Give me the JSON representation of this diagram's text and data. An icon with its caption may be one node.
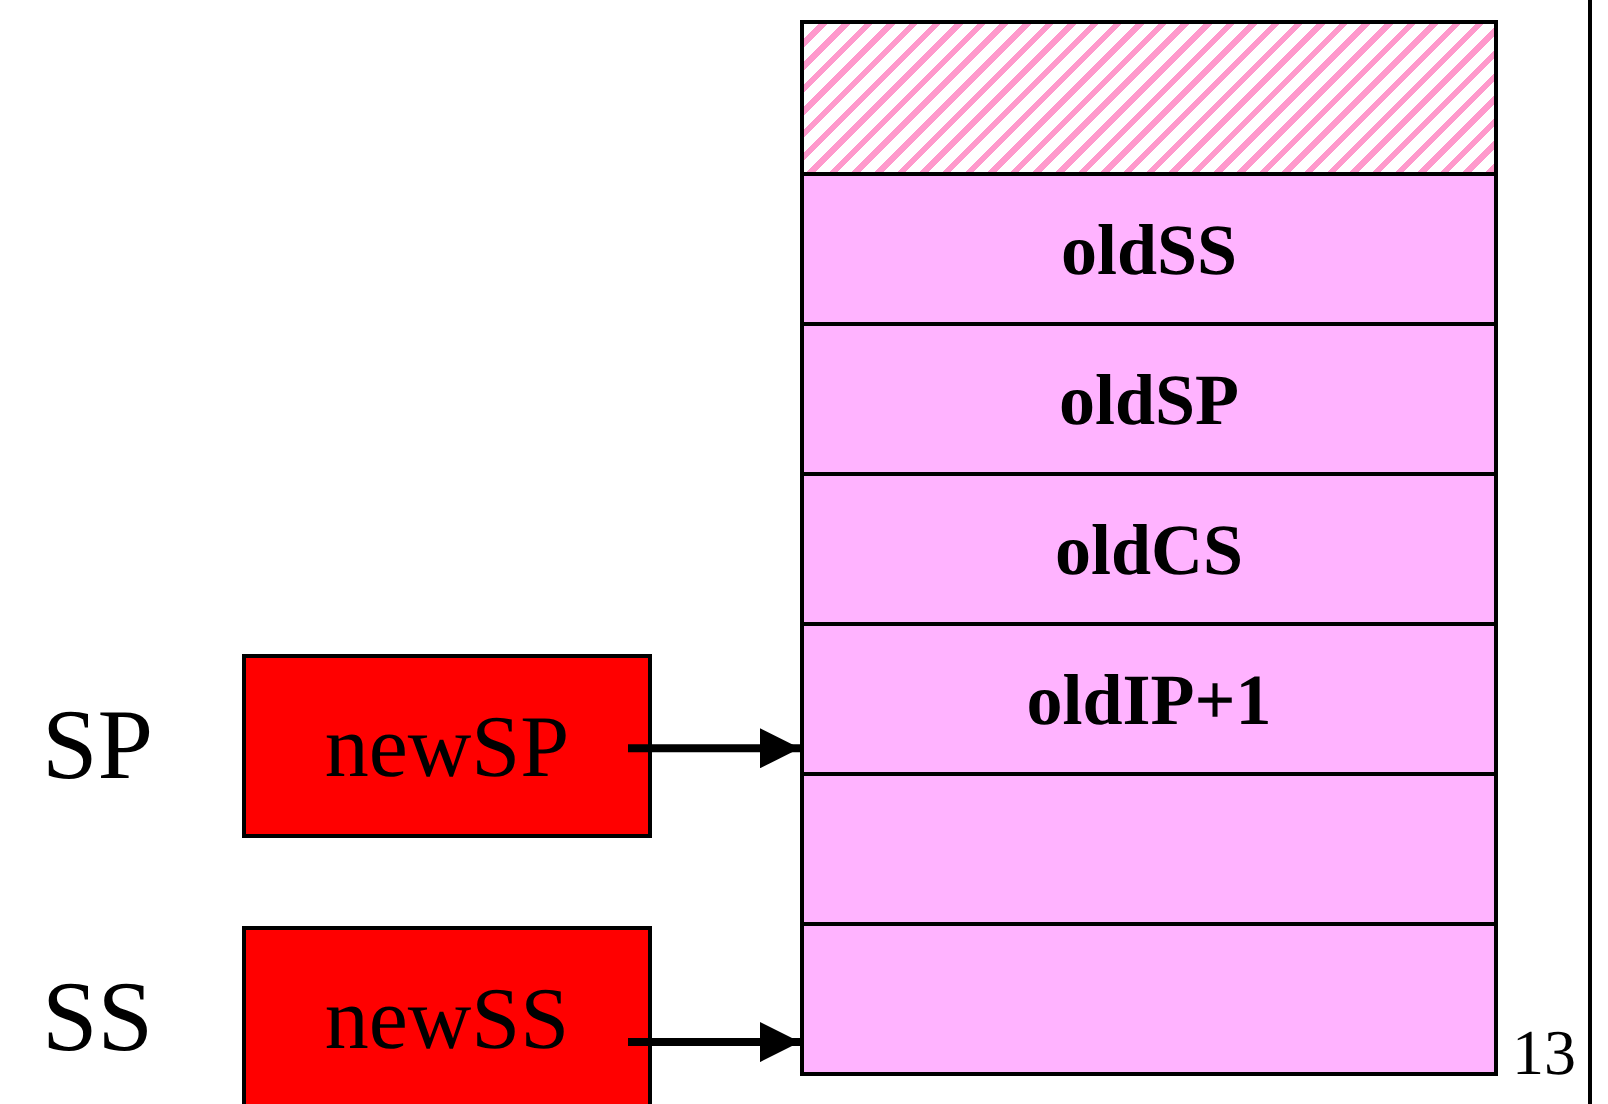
{
  "diagram": {
    "nodes": [
      {
        "text": [],
        "shape": "box"
      },
      {
        "text": [
          "oldSS"
        ]
      },
      {
        "text": [
          "oldSP"
        ]
      },
      {
        "text": [
          "oldCS"
        ]
      },
      {
        "text": [
          "oldIP+1"
        ]
      },
      {
        "text": [],
        "shape": "box"
      },
      {
        "text": [],
        "shape": "box"
      },
      {
        "text": [
          "newSP"
        ],
        "beside": [
          "SP"
        ]
      },
      {
        "text": [
          "newSS"
        ],
        "beside": [
          "SS"
        ]
      }
    ],
    "edges": [
      {
        "from": 7,
        "to": 4,
        "arrow": "to"
      },
      {
        "from": 8,
        "to": 6,
        "arrow": "to"
      }
    ],
    "labels": [
      "13"
    ]
  }
}
